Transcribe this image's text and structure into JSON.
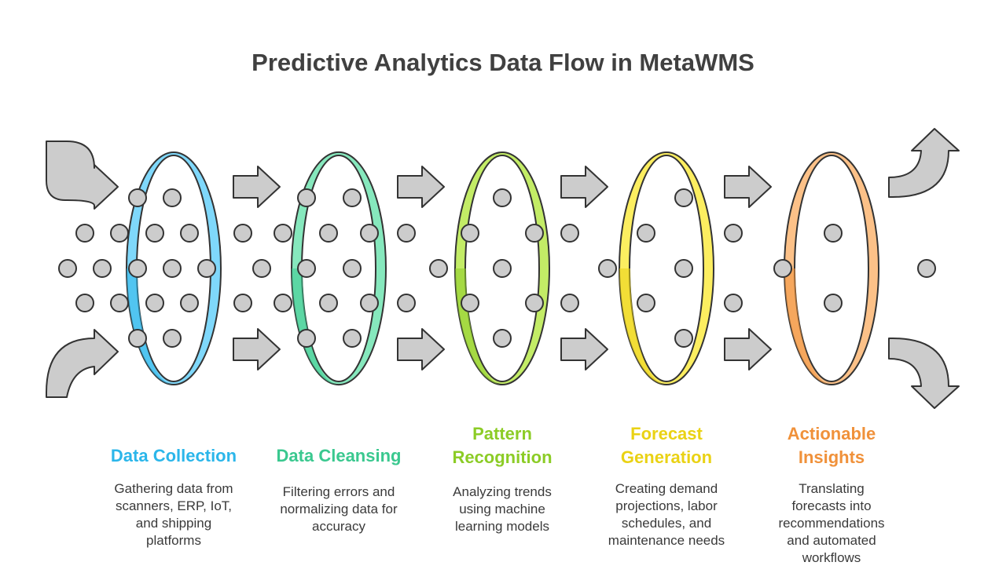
{
  "title": "Predictive Analytics Data Flow in MetaWMS",
  "colors": {
    "arrow_fill": "#cccccc",
    "arrow_stroke": "#333333",
    "dot_fill": "#cccccc"
  },
  "stages": [
    {
      "label_lines": [
        "Data Collection"
      ],
      "description_lines": [
        "Gathering data from",
        "scanners, ERP, IoT,",
        "and shipping",
        "platforms"
      ],
      "color": "#2bb6ea",
      "light_color": "#7fd8fb"
    },
    {
      "label_lines": [
        "Data Cleansing"
      ],
      "description_lines": [
        "Filtering errors and",
        "normalizing data for",
        "accuracy"
      ],
      "color": "#3ac88f",
      "light_color": "#86e8bd"
    },
    {
      "label_lines": [
        "Pattern",
        "Recognition"
      ],
      "description_lines": [
        "Analyzing trends",
        "using machine",
        "learning models"
      ],
      "color": "#8ccc26",
      "light_color": "#c3ec66"
    },
    {
      "label_lines": [
        "Forecast",
        "Generation"
      ],
      "description_lines": [
        "Creating demand",
        "projections, labor",
        "schedules, and",
        "maintenance needs"
      ],
      "color": "#ead214",
      "light_color": "#fcee60"
    },
    {
      "label_lines": [
        "Actionable",
        "Insights"
      ],
      "description_lines": [
        "Translating",
        "forecasts into",
        "recommendations",
        "and automated",
        "workflows"
      ],
      "color": "#f0913a",
      "light_color": "#fcc188"
    }
  ]
}
